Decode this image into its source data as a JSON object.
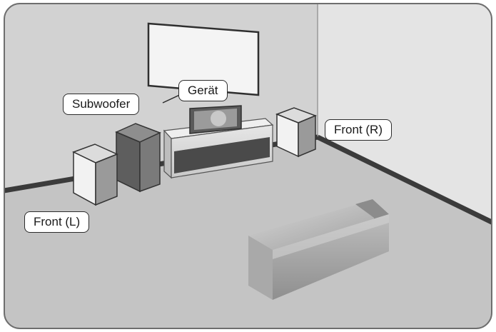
{
  "labels": {
    "subwoofer": "Subwoofer",
    "unit": "Gerät",
    "front_right": "Front (R)",
    "front_left": "Front (L)"
  },
  "colors": {
    "frame_border": "#6e6e6e",
    "floor": "#c4c4c4",
    "left_wall": "#d0d0d0",
    "right_wall": "#e3e3e3",
    "baseboard": "#3b3b3b",
    "speaker_front": "#f2f2f2",
    "speaker_side": "#9a9a9a",
    "subwoofer": "#666666",
    "console": "#d9d9d9",
    "console_slot": "#4a4a4a",
    "sofa": "#b5b5b5",
    "callout_border": "#2b2b2b"
  }
}
